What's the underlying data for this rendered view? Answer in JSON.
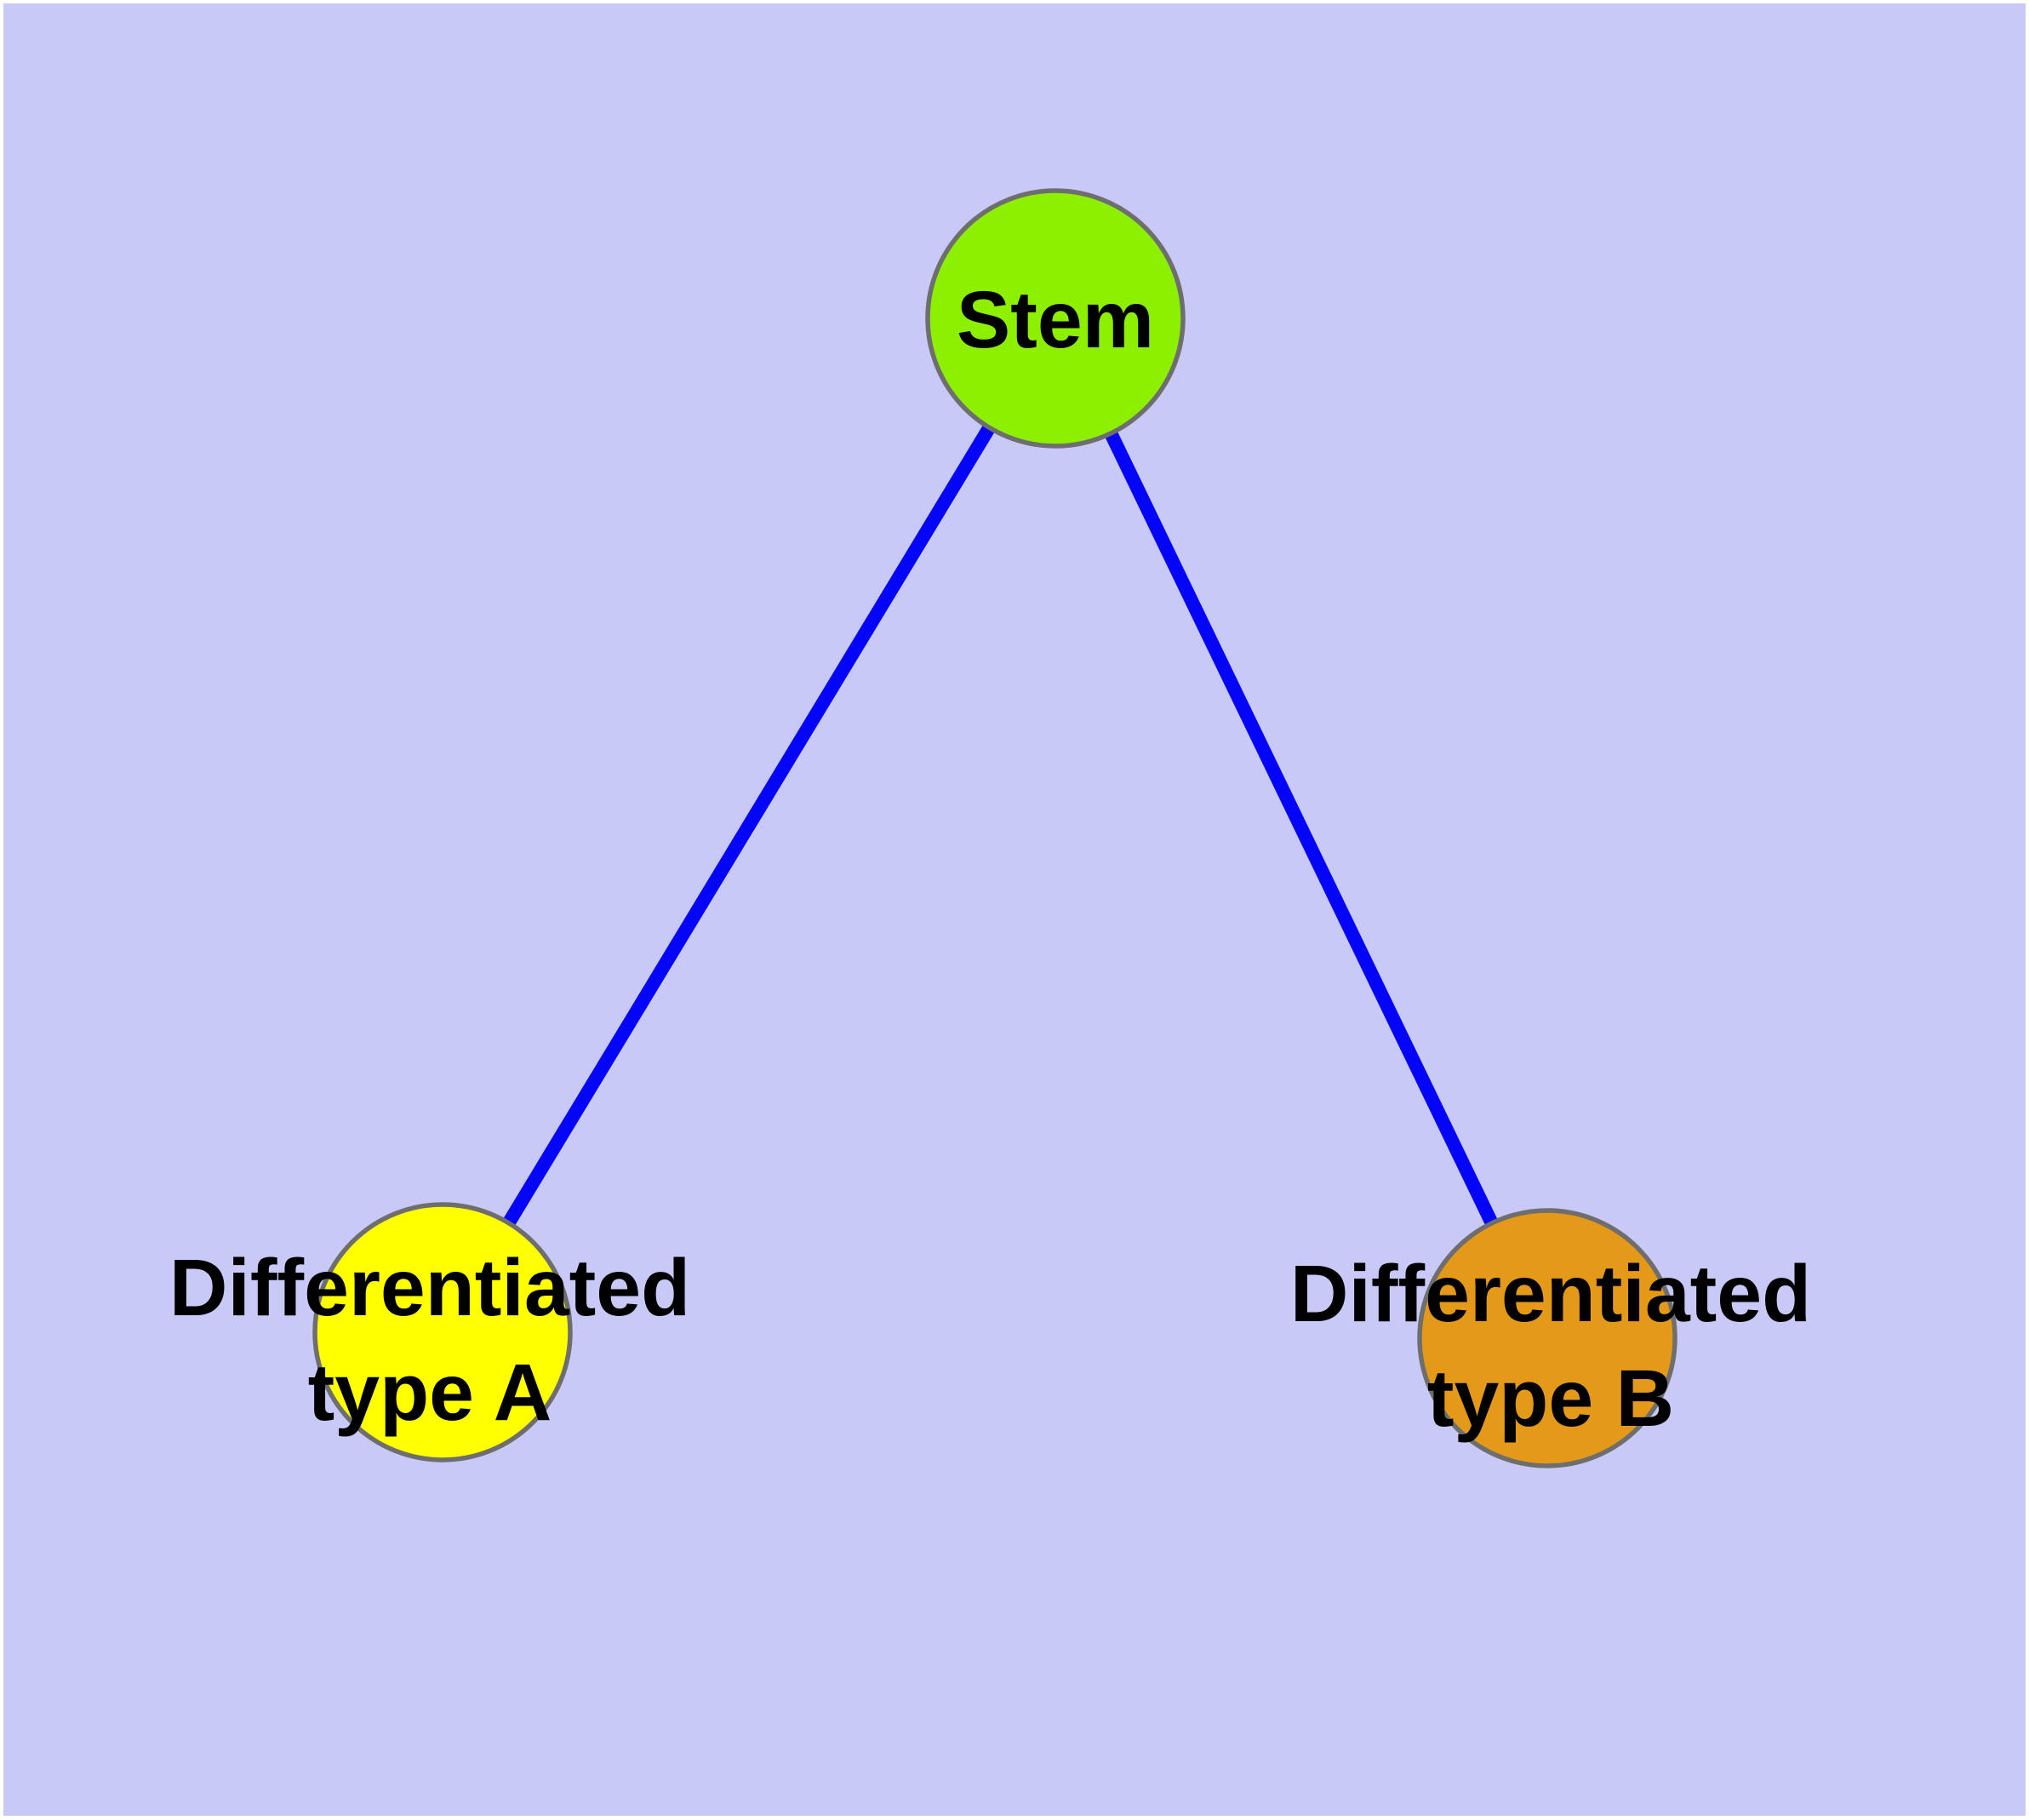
{
  "diagram": {
    "background_color": "#c9c9f8",
    "margin_color": "#ffffff",
    "edge_color": "#0404f8",
    "node_border_color": "#6e6e6e",
    "label_color": "#000000",
    "nodes": [
      {
        "id": "stem",
        "label_lines": [
          "Stem"
        ],
        "color": "#8df000"
      },
      {
        "id": "differentiated-type-a",
        "label_lines": [
          "Differentiated",
          "type A"
        ],
        "color": "#ffff00"
      },
      {
        "id": "differentiated-type-b",
        "label_lines": [
          "Differentiated",
          "type B"
        ],
        "color": "#e49a18"
      }
    ],
    "edges": [
      {
        "from": "stem",
        "to": "differentiated-type-a"
      },
      {
        "from": "stem",
        "to": "differentiated-type-b"
      }
    ]
  }
}
